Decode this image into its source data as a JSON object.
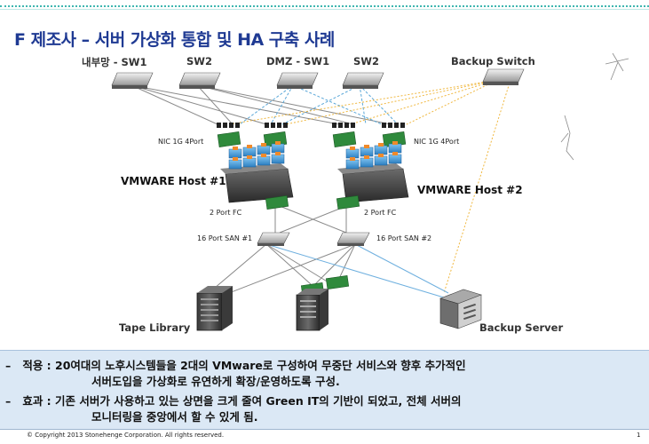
{
  "title": "F 제조사 – 서버 가상화 통합 및 HA 구축 사례",
  "switches": {
    "internal_sw1": "내부망 - SW1",
    "internal_sw2": "SW2",
    "dmz_sw1": "DMZ - SW1",
    "dmz_sw2": "SW2",
    "backup_switch": "Backup Switch"
  },
  "nic_label_left": "NIC 1G  4Port",
  "nic_label_right": "NIC 1G  4Port",
  "host1": "VMWARE Host #1",
  "host2": "VMWARE Host #2",
  "fc_left": "2 Port FC",
  "fc_right": "2 Port FC",
  "san1": "16 Port SAN #1",
  "san2": "16 Port SAN #2",
  "tape_library": "Tape Library",
  "backup_server": "Backup Server",
  "notes": [
    {
      "bullet": "–",
      "head": "적용 : ",
      "line1": "20여대의 노후시스템들을  2대의 VMware로 구성하여 무중단 서비스와 향후 추가적인",
      "line2": "서버도입을 가상화로 유연하게 확장/운영하도록 구성."
    },
    {
      "bullet": "–",
      "head": "효과 : ",
      "line1": "기존 서버가 사용하고 있는 상면을 크게 줄여 Green IT의 기반이 되었고, 전체 서버의",
      "line2": "모니터링을 중앙에서 할 수 있게 됨."
    }
  ],
  "footer": "© Copyright  2013  Stonehenge  Corporation.  All rights reserved.",
  "page_number": "1"
}
